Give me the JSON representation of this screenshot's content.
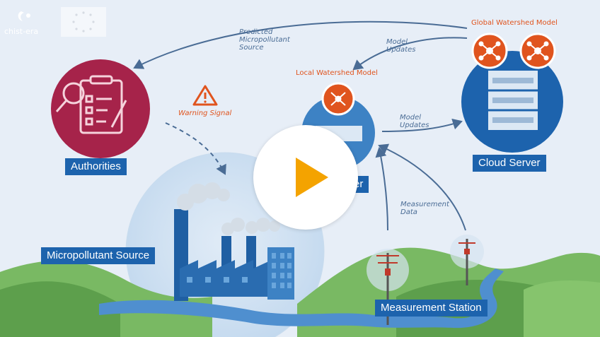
{
  "branding": {
    "logo_text": "chist-era",
    "logo_icon": "chist-era-icon",
    "eu_flag": "eu-flag-icon"
  },
  "labels": {
    "authorities": "Authorities",
    "cloud_server": "Cloud Server",
    "micropollutant_source": "Micropollutant Source",
    "measurement_station": "Measurement Station",
    "local_server_partial": "er"
  },
  "annotations": {
    "predicted_source": [
      "Predicted",
      "Micropollutant",
      "Source"
    ],
    "model_updates_top": [
      "Model",
      "Updates"
    ],
    "model_updates_right": [
      "Model",
      "Updates"
    ],
    "measurement_data": [
      "Measurement",
      "Data"
    ],
    "warning_signal": "Warning Signal",
    "local_watershed_model": "Local Watershed Model",
    "global_watershed_model": "Global Watershed Model"
  },
  "colors": {
    "label_blue": "#1d63ad",
    "accent_orange": "#e0541e",
    "play_orange": "#f4a300",
    "authorities_circle": "#a6234a",
    "server_circle": "#1d63ad",
    "hill_green": "#6fb35a",
    "river": "#4f8fcf"
  },
  "video": {
    "play_button": "play-icon"
  }
}
